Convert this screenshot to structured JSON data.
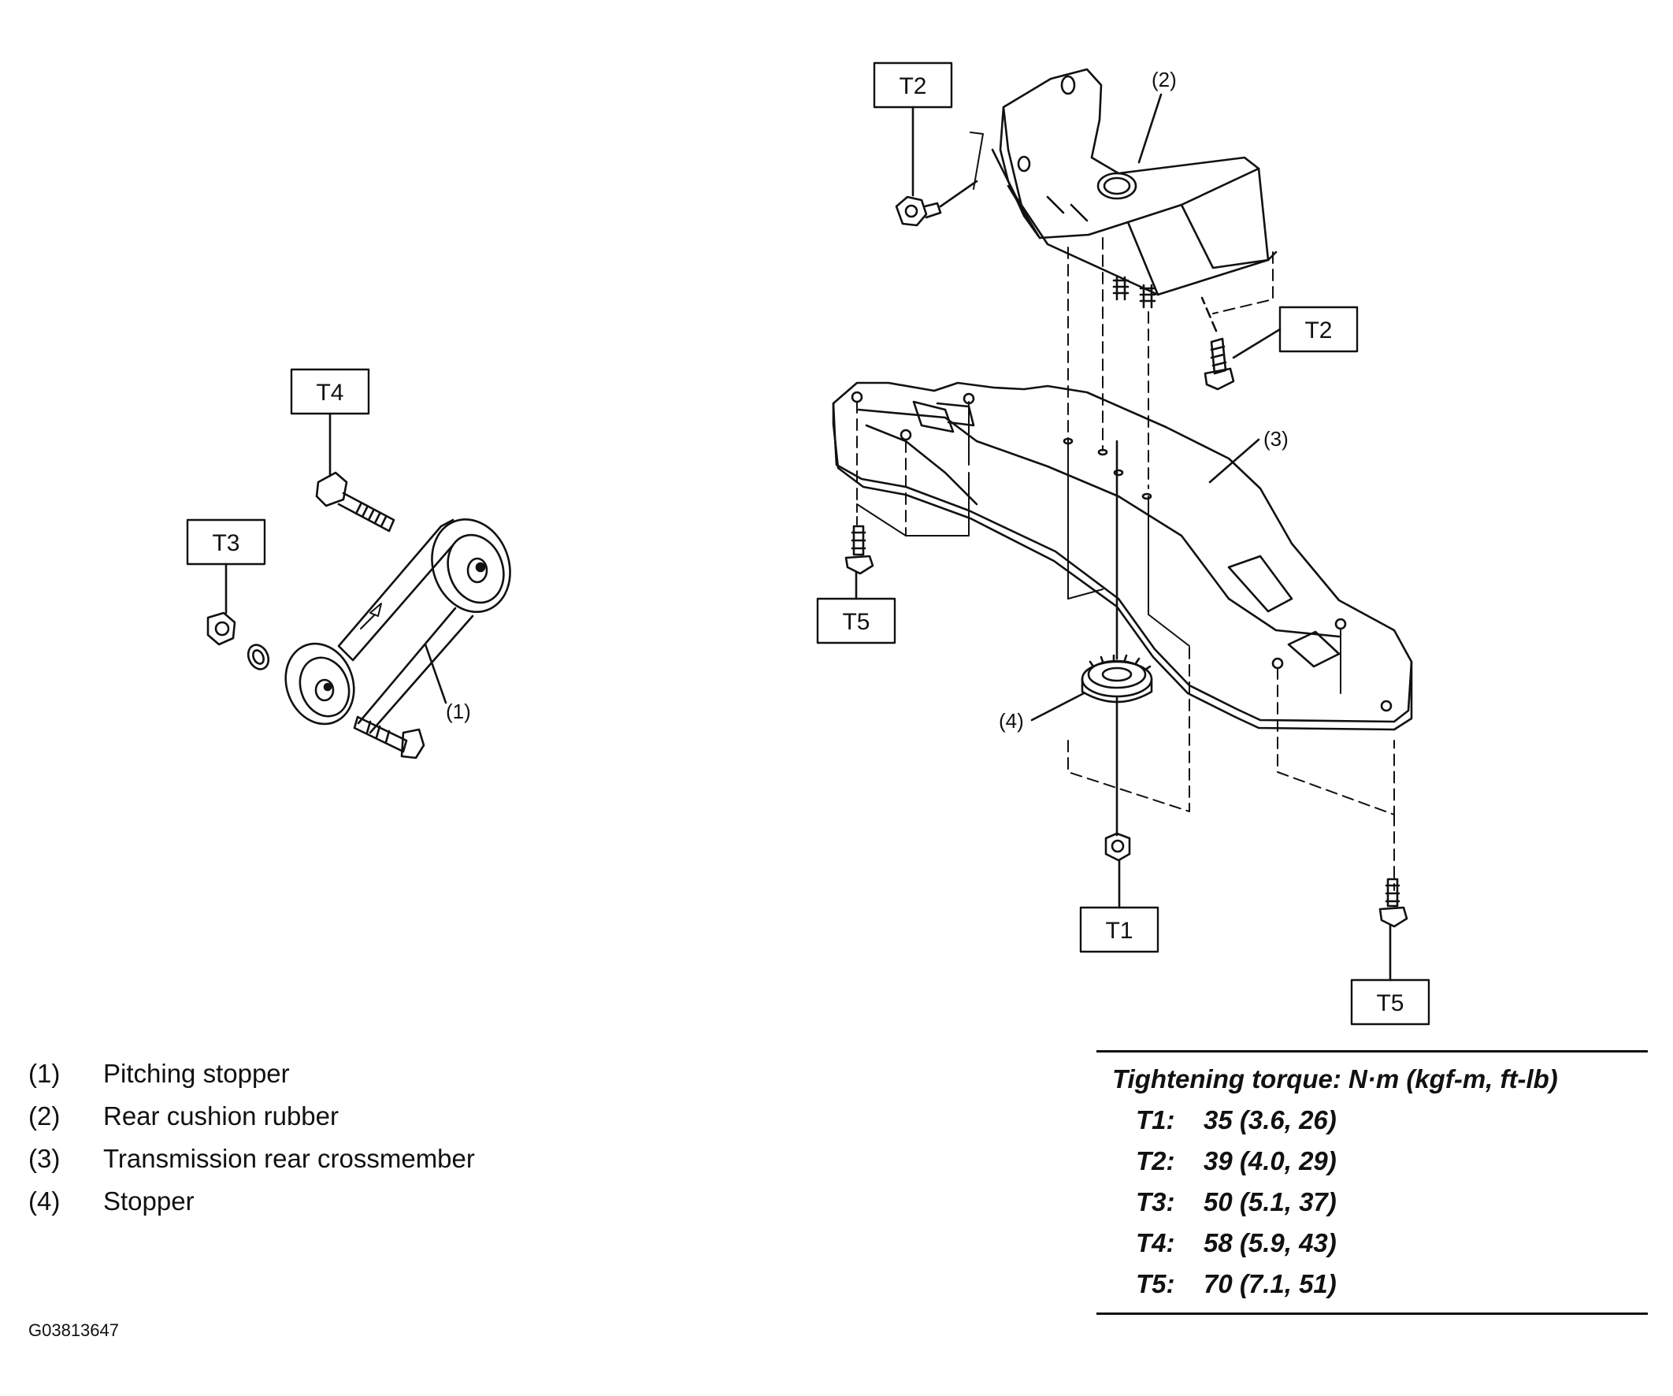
{
  "tags": {
    "t4": "T4",
    "t3": "T3",
    "t2_top": "T2",
    "t2_right": "T2",
    "t5_left": "T5",
    "t1": "T1",
    "t5_right": "T5"
  },
  "callouts": {
    "c1": "(1)",
    "c2": "(2)",
    "c3": "(3)",
    "c4": "(4)"
  },
  "legend": [
    {
      "num": "(1)",
      "label": "Pitching stopper"
    },
    {
      "num": "(2)",
      "label": "Rear cushion rubber"
    },
    {
      "num": "(3)",
      "label": "Transmission rear crossmember"
    },
    {
      "num": "(4)",
      "label": "Stopper"
    }
  ],
  "torque": {
    "title": "Tightening torque: N·m (kgf-m, ft-lb)",
    "rows": [
      {
        "code": "T1:",
        "value": "35 (3.6, 26)"
      },
      {
        "code": "T2:",
        "value": "39 (4.0, 29)"
      },
      {
        "code": "T3:",
        "value": "50 (5.1, 37)"
      },
      {
        "code": "T4:",
        "value": "58 (5.9, 43)"
      },
      {
        "code": "T5:",
        "value": "70 (7.1, 51)"
      }
    ]
  },
  "figure_id": "G03813647"
}
